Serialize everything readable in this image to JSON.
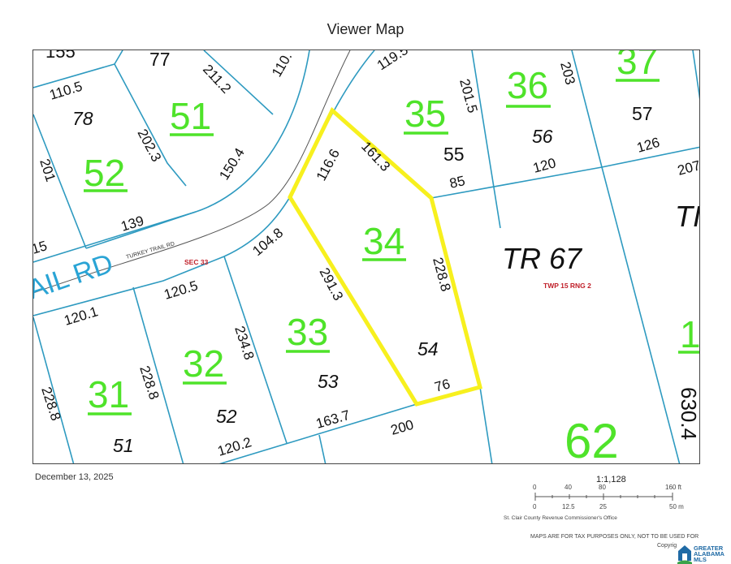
{
  "header": {
    "title": "Viewer Map"
  },
  "map": {
    "road": {
      "label_large": "AIL RD",
      "label_small": "TURKEY TRAIL RD",
      "section_label": "SEC 33"
    },
    "township_label": "TWP 15  RNG 2",
    "tract_labels": {
      "tr67": "TR 67",
      "tr_partial": "TI"
    },
    "subject_parcel": {
      "parcel": "34",
      "lot": "54",
      "highlight_color": "#f7f01e"
    },
    "parcels": {
      "p51": "51",
      "p52": "52",
      "p35": "35",
      "p36": "36",
      "p37": "37",
      "p34": "34",
      "p33": "33",
      "p32": "32",
      "p31": "31",
      "p62": "62",
      "p1": "1"
    },
    "lots": {
      "l77": "77",
      "l78": "78",
      "l55": "55",
      "l56": "56",
      "l57": "57",
      "l54": "54",
      "l53": "53",
      "l52": "52",
      "l51": "51"
    },
    "dimensions": {
      "d155": "155",
      "d110_5": "110.5",
      "d211_2": "211.2",
      "d110_top": "110.",
      "d119": "119.5",
      "d201_5": "201.5",
      "d203": "203",
      "d126": "126",
      "d120": "120",
      "d207": "207",
      "d85": "85",
      "d202_3": "202.3",
      "d150_4": "150.4",
      "d201": "201",
      "d139": "139",
      "d15": "15",
      "d116_6": "116.6",
      "d161_3": "161.3",
      "d104_8": "104.8",
      "d228_8_a": "228.8",
      "d291_3": "291.3",
      "d120_5": "120.5",
      "d120_1": "120.1",
      "d234_8": "234.8",
      "d228_8_b": "228.8",
      "d228_8_c": "228.8",
      "d163_7": "163.7",
      "d120_2": "120.2",
      "d200": "200",
      "d76": "76",
      "d630": "630.4"
    },
    "colors": {
      "parcel_number": "#4fe32a",
      "lot_line": "#2e9ac0",
      "label_red": "#c0202a",
      "road_label": "#2aa4d5"
    }
  },
  "footer": {
    "date": "December 13, 2025",
    "scale": {
      "ratio": "1:1,128",
      "feet_ticks": [
        "0",
        "40",
        "80",
        "160 ft"
      ],
      "meter_ticks": [
        "0",
        "12.5",
        "25",
        "50 m"
      ]
    },
    "office": "St. Clair County Revenue Commissioner's Office",
    "disclaimer": "MAPS ARE FOR TAX PURPOSES ONLY, NOT TO BE USED FOR",
    "copyright": "Copyrig",
    "logo": {
      "line1": "GREATER",
      "line2": "ALABAMA",
      "line3": "MLS"
    }
  }
}
